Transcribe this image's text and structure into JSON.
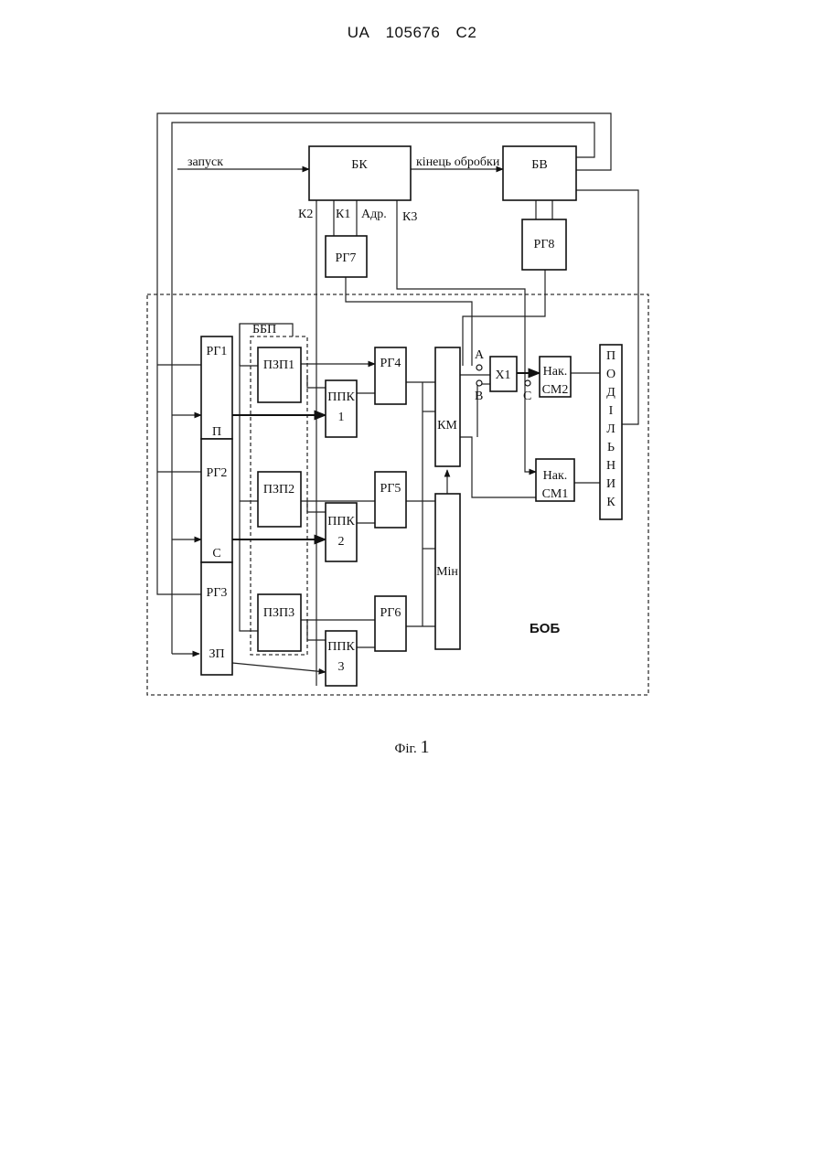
{
  "header": {
    "country": "UA",
    "number": "105676",
    "kind": "C2"
  },
  "blocks": {
    "bk": "БК",
    "bv": "БВ",
    "rg7": "РГ7",
    "rg8": "РГ8",
    "rg1": "РГ1",
    "rg2": "РГ2",
    "rg3": "РГ3",
    "rg1_sub": "П",
    "rg2_sub": "С",
    "rg3_sub": "ЗП",
    "pzp1": "ПЗП1",
    "pzp2": "ПЗП2",
    "pzp3": "ПЗП3",
    "ppk": "ППК",
    "ppk1_num": "1",
    "ppk2_num": "2",
    "ppk3_num": "3",
    "rg4": "РГ4",
    "rg5": "РГ5",
    "rg6": "РГ6",
    "km": "КМ",
    "min": "Мін",
    "x1": "X1",
    "nak": "Нак.",
    "sm2": "СМ2",
    "sm1": "СМ1",
    "divider": [
      "П",
      "О",
      "Д",
      "І",
      "Л",
      "Ь",
      "Н",
      "И",
      "К"
    ]
  },
  "labels": {
    "start": "запуск",
    "end_processing": "кінець обробки",
    "k1": "К1",
    "k2": "К2",
    "k3": "К3",
    "adr": "Адр.",
    "a": "А",
    "b": "В",
    "c": "С",
    "bbp": "ББП",
    "bob": "БОБ"
  },
  "caption": {
    "prefix": "Фіг.",
    "number": "1"
  }
}
